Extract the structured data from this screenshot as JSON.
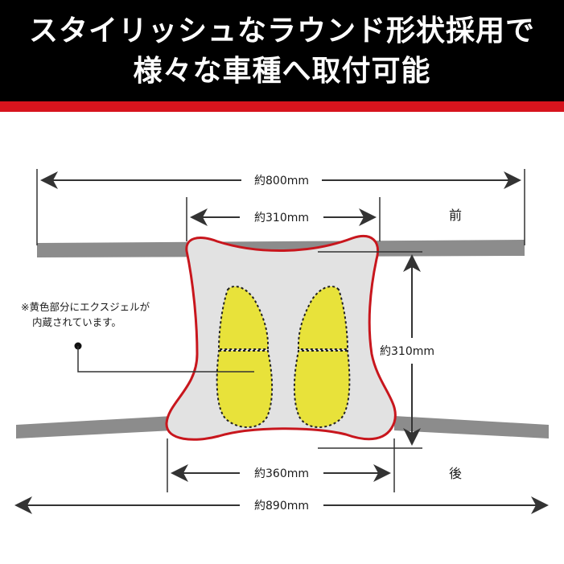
{
  "header": {
    "line1": "スタイリッシュなラウンド形状採用で",
    "line2": "様々な車種へ取付可能"
  },
  "dimensions": {
    "total_top": "約800mm",
    "seat_top": "約310mm",
    "seat_height": "約310mm",
    "seat_bottom": "約360mm",
    "total_bottom": "約890mm"
  },
  "labels": {
    "front": "前",
    "rear": "後"
  },
  "note": {
    "line1": "※黄色部分にエクスジェルが",
    "line2": "内蔵されています。"
  },
  "colors": {
    "header_bg": "#000000",
    "stripe": "#d7141d",
    "seat_outline": "#c8161d",
    "seat_fill": "#e2e2e2",
    "gel": "#e8e23a",
    "bar": "#8c8c8c"
  }
}
